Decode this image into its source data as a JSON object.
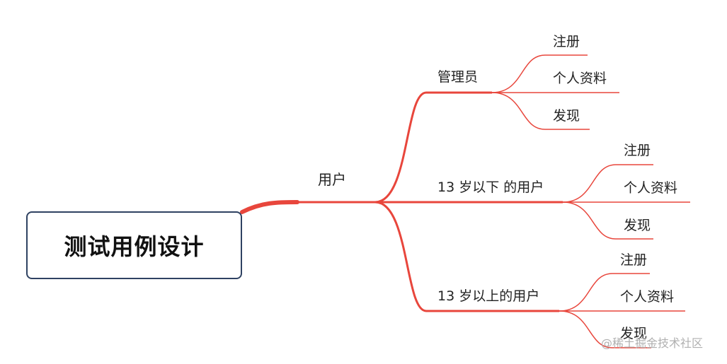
{
  "root": {
    "label": "测试用例设计"
  },
  "level1": {
    "label": "用户"
  },
  "groups": [
    {
      "label": "管理员",
      "children": [
        "注册",
        "个人资料",
        "发现"
      ]
    },
    {
      "label": "13 岁以下 的用户",
      "children": [
        "注册",
        "个人资料",
        "发现"
      ]
    },
    {
      "label": "13 岁以上的用户",
      "children": [
        "注册",
        "个人资料",
        "发现"
      ]
    }
  ],
  "watermark": "@稀土掘金技术社区",
  "colors": {
    "branch": "#e8463c",
    "root_border": "#2f4262",
    "text": "#222222"
  }
}
